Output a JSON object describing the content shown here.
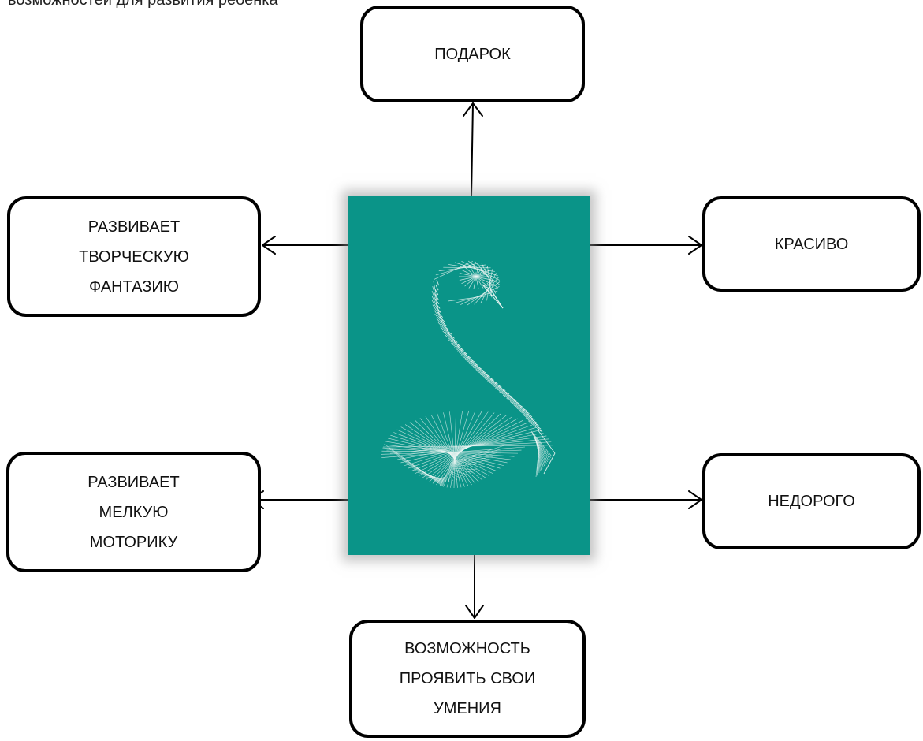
{
  "header_fragment": "возможностей для развития ребенка",
  "boxes": {
    "top": [
      "ПОДАРОК"
    ],
    "left_upper": [
      "РАЗВИВАЕТ",
      "ТВОРЧЕСКУЮ",
      "ФАНТАЗИЮ"
    ],
    "right_upper": [
      "КРАСИВО"
    ],
    "left_lower": [
      "РАЗВИВАЕТ",
      "МЕЛКУЮ",
      "МОТОРИКУ"
    ],
    "right_lower": [
      "НЕДОРОГО"
    ],
    "bottom": [
      "ВОЗМОЖНОСТЬ",
      "ПРОЯВИТЬ СВОИ",
      "УМЕНИЯ"
    ]
  },
  "center_image": {
    "subject": "swan-string-art",
    "background_color": "#0a9488",
    "thread_color": "#eef6f4"
  }
}
